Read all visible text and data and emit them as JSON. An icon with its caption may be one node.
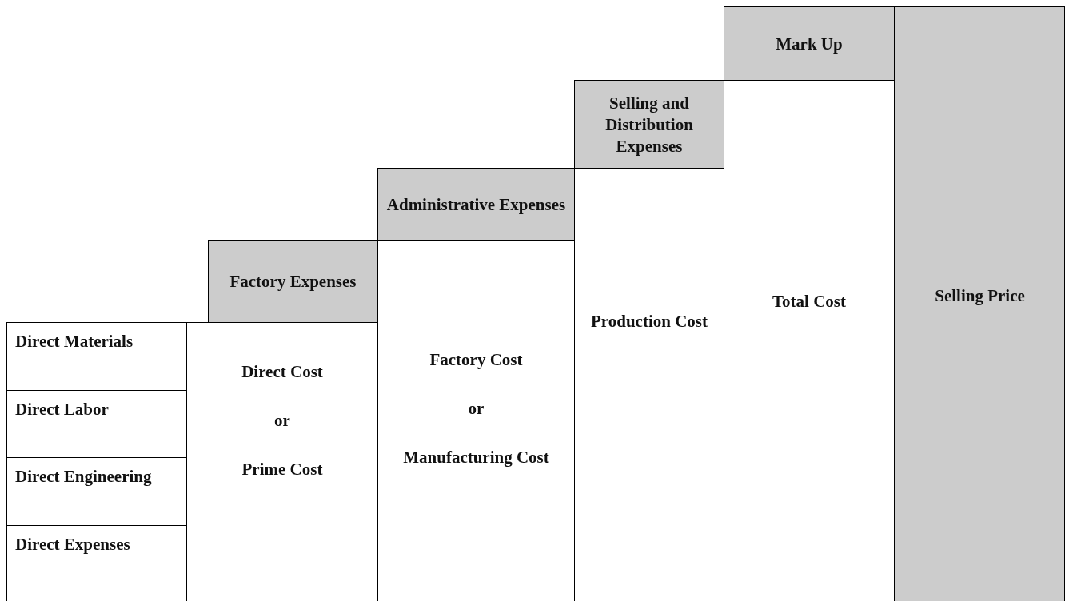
{
  "diagram": {
    "nodes": [
      {
        "text": [
          "Direct Materials"
        ]
      },
      {
        "text": [
          "Direct Labor"
        ]
      },
      {
        "text": [
          "Direct Engineering"
        ]
      },
      {
        "text": [
          "Direct Expenses"
        ]
      },
      {
        "text": [
          "Factory Expenses"
        ]
      },
      {
        "text": [
          "Direct Cost",
          "or",
          "Prime Cost"
        ]
      },
      {
        "text": [
          "Administrative Expenses"
        ]
      },
      {
        "text": [
          "Factory Cost",
          "or",
          "Manufacturing Cost"
        ]
      },
      {
        "text": [
          "Selling and Distribution Expenses"
        ]
      },
      {
        "text": [
          "Production Cost"
        ]
      },
      {
        "text": [
          "Mark Up"
        ]
      },
      {
        "text": [
          "Total Cost"
        ]
      },
      {
        "text": [
          "Selling Price"
        ]
      }
    ]
  }
}
